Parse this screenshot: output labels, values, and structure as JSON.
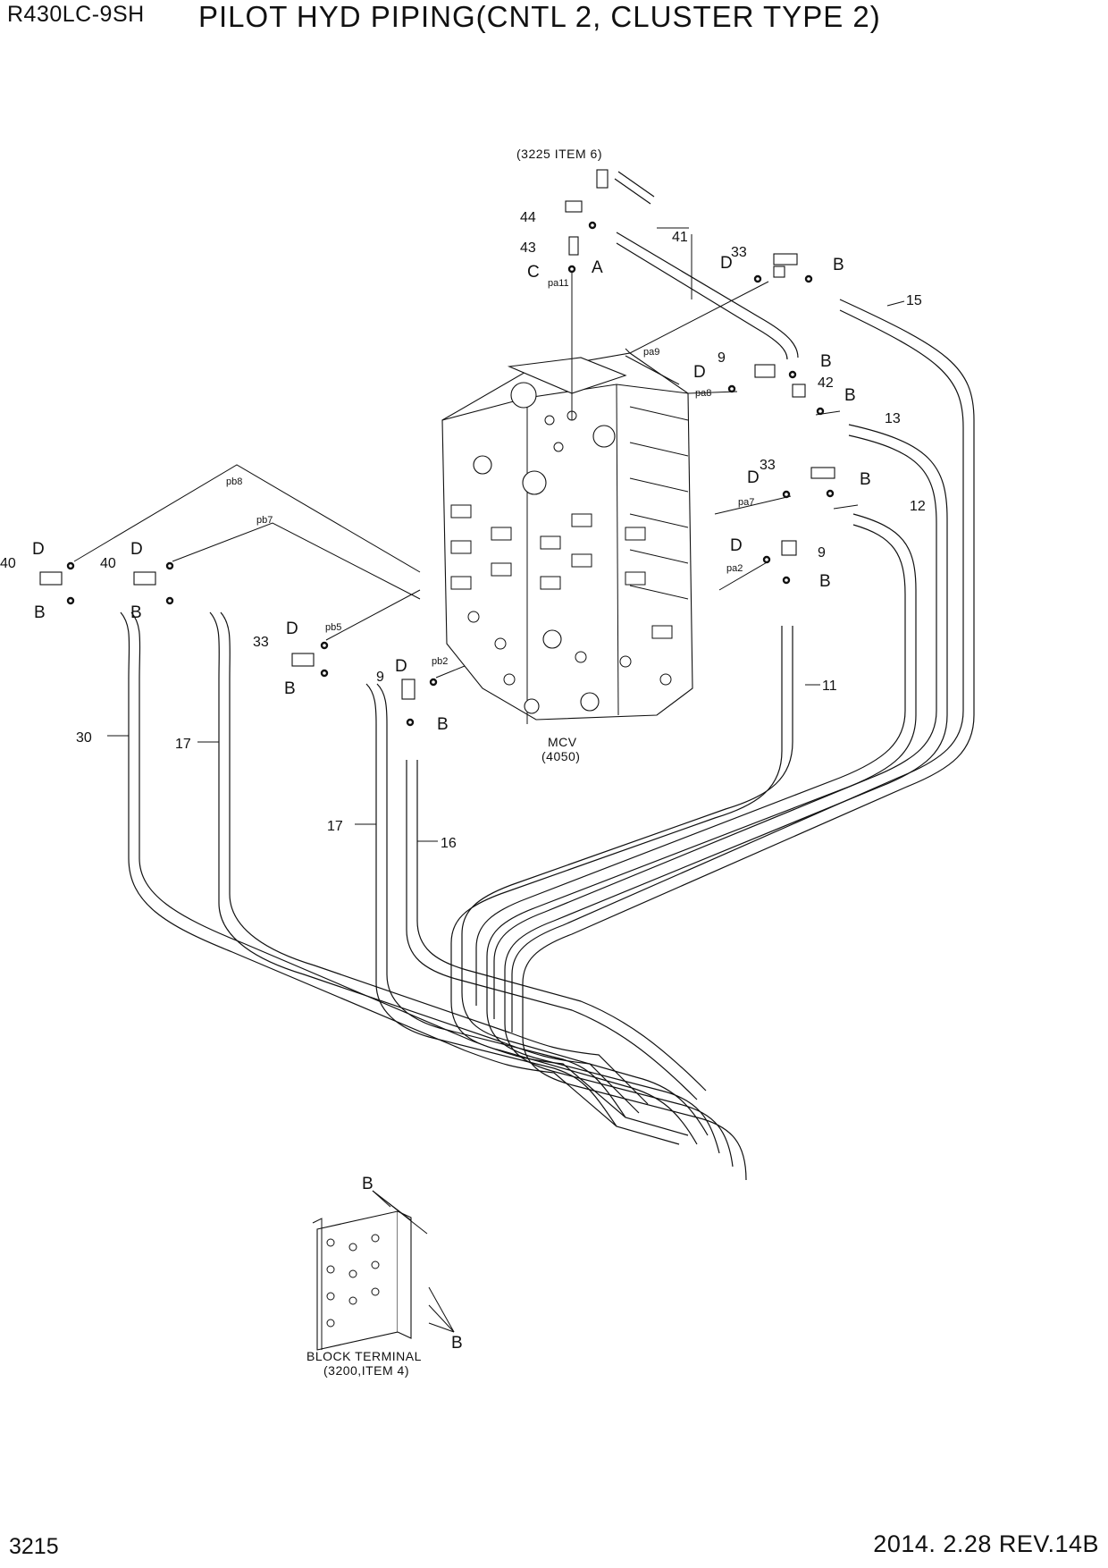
{
  "header": {
    "model": "R430LC-9SH",
    "title": "PILOT HYD PIPING(CNTL 2, CLUSTER TYPE 2)"
  },
  "footer": {
    "page_number": "3215",
    "revision": "2014. 2.28  REV.14B"
  },
  "diagram": {
    "ref_top": "(3225 ITEM 6)",
    "mcv_name": "MCV",
    "mcv_ref": "(4050)",
    "block_name": "BLOCK TERMINAL",
    "block_ref": "(3200,ITEM 4)",
    "part_numbers": [
      "44",
      "43",
      "41",
      "33",
      "15",
      "9",
      "42",
      "13",
      "12",
      "40",
      "30",
      "17",
      "16",
      "11"
    ],
    "letters": [
      "A",
      "B",
      "C",
      "D"
    ],
    "ports": [
      "pa11",
      "pa9",
      "pa8",
      "pa7",
      "pa2",
      "pb8",
      "pb7",
      "pb5",
      "pb2"
    ]
  }
}
